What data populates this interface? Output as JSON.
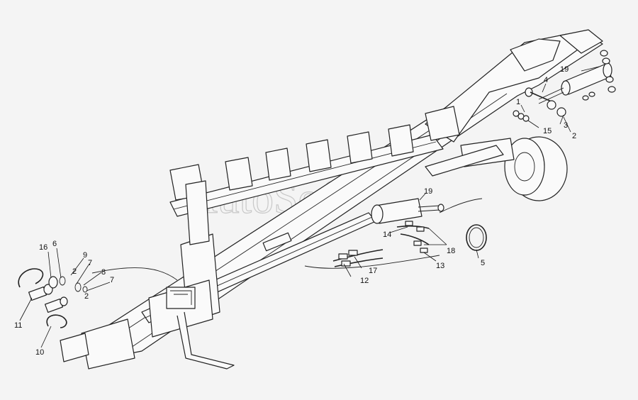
{
  "watermark": "AutoSoft",
  "callouts": [
    {
      "id": "c1",
      "text": "1"
    },
    {
      "id": "c2",
      "text": "2"
    },
    {
      "id": "c3",
      "text": "3"
    },
    {
      "id": "c4",
      "text": "4"
    },
    {
      "id": "c5",
      "text": "5"
    },
    {
      "id": "c6",
      "text": "6"
    },
    {
      "id": "c7a",
      "text": "7"
    },
    {
      "id": "c7b",
      "text": "7"
    },
    {
      "id": "c8",
      "text": "8"
    },
    {
      "id": "c9",
      "text": "9"
    },
    {
      "id": "c10",
      "text": "10"
    },
    {
      "id": "c11",
      "text": "11"
    },
    {
      "id": "c12",
      "text": "12"
    },
    {
      "id": "c13",
      "text": "13"
    },
    {
      "id": "c14",
      "text": "14"
    },
    {
      "id": "c15",
      "text": "15"
    },
    {
      "id": "c16",
      "text": "16"
    },
    {
      "id": "c17",
      "text": "17"
    },
    {
      "id": "c18",
      "text": "18"
    },
    {
      "id": "c19a",
      "text": "19"
    },
    {
      "id": "c19b",
      "text": "19"
    },
    {
      "id": "c2b",
      "text": "2"
    },
    {
      "id": "c2c",
      "text": "2"
    }
  ]
}
